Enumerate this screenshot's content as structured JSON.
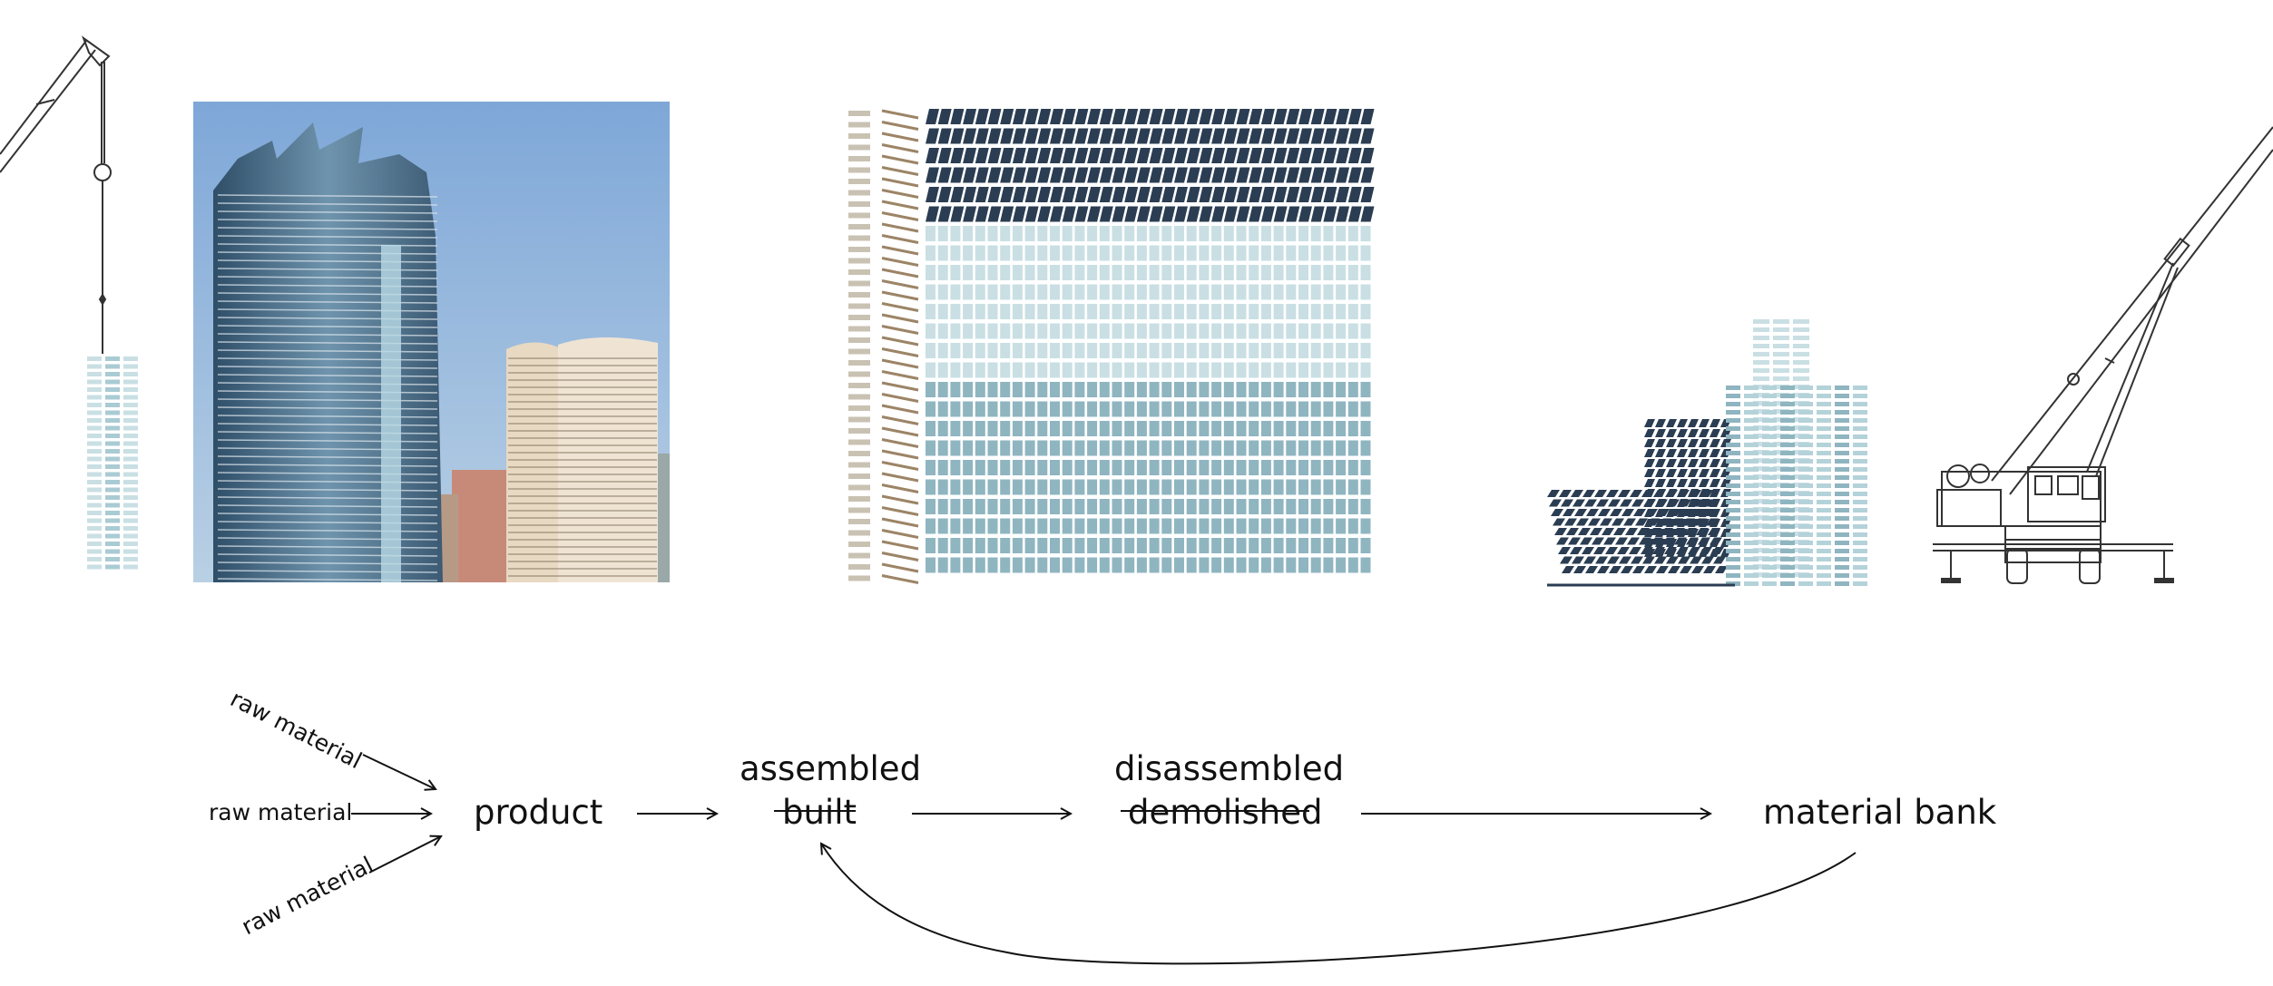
{
  "flow": {
    "raw_material_top": "raw material",
    "raw_material_mid": "raw material",
    "raw_material_bottom": "raw material",
    "product": "product",
    "assembled": "assembled",
    "built": "built",
    "disassembled": "disassembled",
    "demolished": "demolished",
    "material_bank": "material bank"
  },
  "palette": {
    "dark_panel": "#2b3d52",
    "mid_panel": "#8fb5c0",
    "light_panel": "#c9dfe4",
    "wood": "#9c8466",
    "sky": "#86aedb"
  }
}
